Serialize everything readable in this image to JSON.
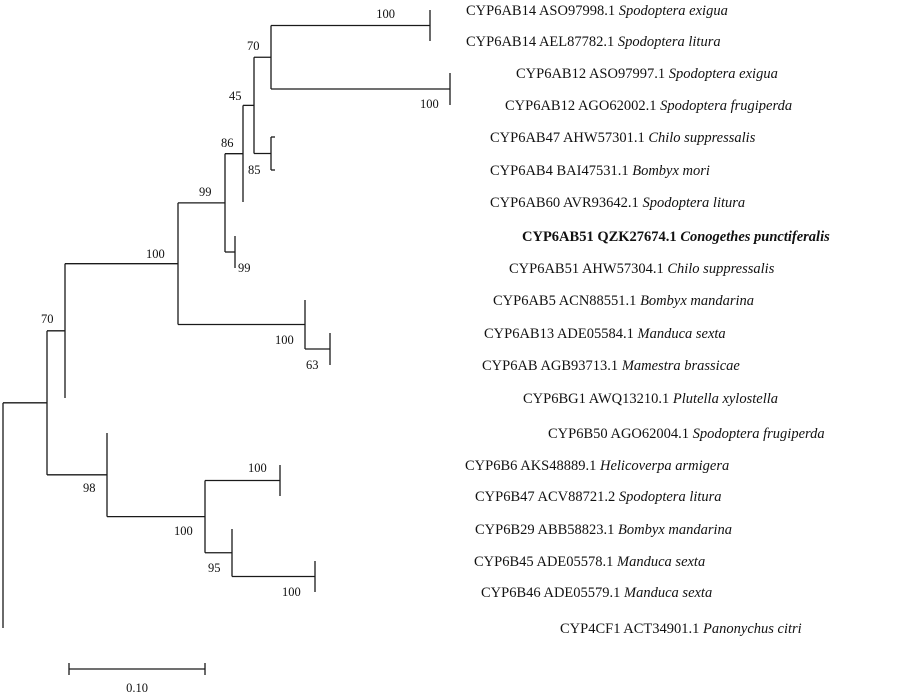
{
  "leaves": [
    {
      "gene": "CYP6AB14",
      "accession": "ASO97998.1",
      "species": "Spodoptera exigua"
    },
    {
      "gene": "CYP6AB14",
      "accession": "AEL87782.1",
      "species": "Spodoptera litura"
    },
    {
      "gene": "CYP6AB12",
      "accession": "ASO97997.1",
      "species": "Spodoptera exigua"
    },
    {
      "gene": "CYP6AB12",
      "accession": "AGO62002.1",
      "species": "Spodoptera frugiperda"
    },
    {
      "gene": "CYP6AB47",
      "accession": "AHW57301.1",
      "species": "Chilo suppressalis"
    },
    {
      "gene": "CYP6AB4",
      "accession": "BAI47531.1",
      "species": "Bombyx mori"
    },
    {
      "gene": "CYP6AB60",
      "accession": "AVR93642.1",
      "species": "Spodoptera litura"
    },
    {
      "gene": "CYP6AB51",
      "accession": "QZK27674.1",
      "species": "Conogethes punctiferalis",
      "bold": true
    },
    {
      "gene": "CYP6AB51",
      "accession": "AHW57304.1",
      "species": "Chilo suppressalis"
    },
    {
      "gene": "CYP6AB5",
      "accession": "ACN88551.1",
      "species": "Bombyx mandarina"
    },
    {
      "gene": "CYP6AB13",
      "accession": "ADE05584.1",
      "species": "Manduca sexta"
    },
    {
      "gene": "CYP6AB",
      "accession": "AGB93713.1",
      "species": "Mamestra brassicae"
    },
    {
      "gene": "CYP6BG1",
      "accession": "AWQ13210.1",
      "species": "Plutella xylostella"
    },
    {
      "gene": "CYP6B50",
      "accession": "AGO62004.1",
      "species": "Spodoptera frugiperda"
    },
    {
      "gene": "CYP6B6",
      "accession": "AKS48889.1",
      "species": "Helicoverpa armigera"
    },
    {
      "gene": "CYP6B47",
      "accession": "ACV88721.2",
      "species": "Spodoptera litura"
    },
    {
      "gene": "CYP6B29",
      "accession": "ABB58823.1",
      "species": "Bombyx mandarina"
    },
    {
      "gene": "CYP6B45",
      "accession": "ADE05578.1",
      "species": "Manduca sexta"
    },
    {
      "gene": "CYP6B46",
      "accession": "ADE05579.1",
      "species": "Manduca sexta"
    },
    {
      "gene": "CYP4CF1",
      "accession": "ACT34901.1",
      "species": "Panonychus citri"
    }
  ],
  "support_values": [
    "100",
    "70",
    "100",
    "45",
    "85",
    "86",
    "99",
    "99",
    "100",
    "63",
    "100",
    "70",
    "100",
    "100",
    "95",
    "100",
    "98"
  ],
  "scale_bar": {
    "label": "0.10"
  }
}
